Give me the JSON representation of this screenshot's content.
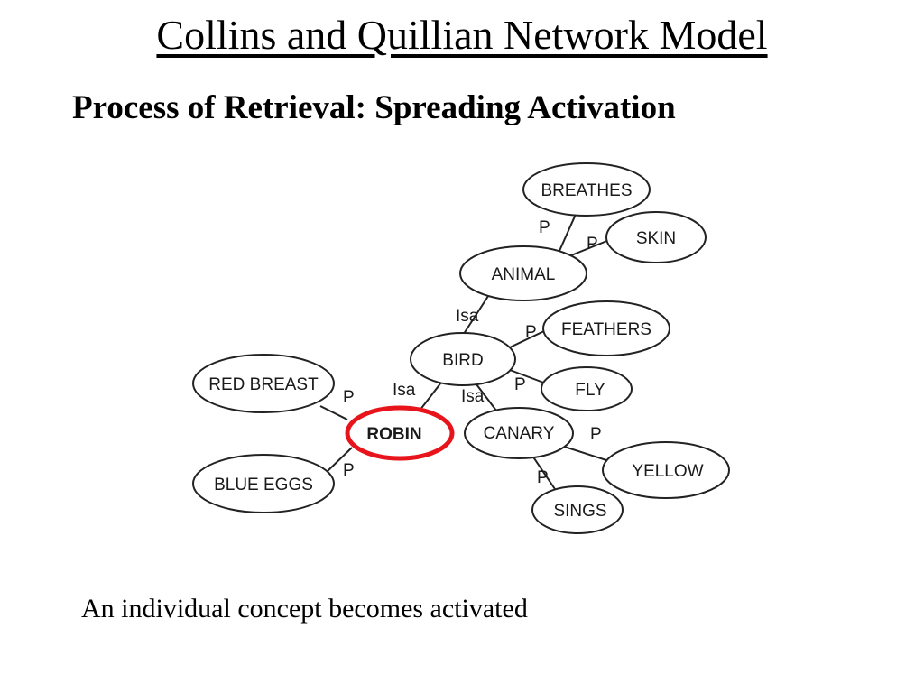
{
  "title": "Collins and Quillian Network Model",
  "subtitle": "Process of Retrieval: Spreading Activation",
  "caption": "An individual concept becomes activated",
  "colors": {
    "activation_ring": "#e8141c",
    "node_stroke": "#222222"
  },
  "nodes": {
    "breathes": "BREATHES",
    "skin": "SKIN",
    "animal": "ANIMAL",
    "feathers": "FEATHERS",
    "bird": "BIRD",
    "fly": "FLY",
    "red_breast": "RED BREAST",
    "robin": "ROBIN",
    "canary": "CANARY",
    "yellow": "YELLOW",
    "blue_eggs": "BLUE EGGS",
    "sings": "SINGS"
  },
  "links": {
    "animal_breathes": "P",
    "animal_skin": "P",
    "bird_animal": "Isa",
    "bird_feathers": "P",
    "bird_fly": "P",
    "robin_bird": "Isa",
    "canary_bird": "Isa",
    "robin_red_breast": "P",
    "robin_blue_eggs": "P",
    "canary_yellow": "P",
    "canary_sings": "P"
  },
  "activated_node": "ROBIN"
}
